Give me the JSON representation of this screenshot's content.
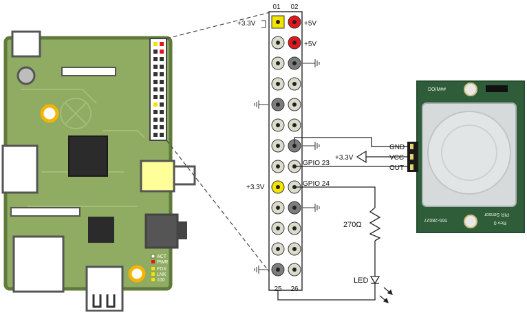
{
  "header": {
    "pin_left_number": "01",
    "pin_right_number": "02",
    "pin_bottom_left_number": "25",
    "pin_bottom_right_number": "26"
  },
  "pin_labels": {
    "v33_top": "+3.3V",
    "v5_a": "+5V",
    "v5_b": "+5V",
    "v33_mid": "+3.3V",
    "gpio23": "GPIO 23",
    "gpio24": "GPIO 24"
  },
  "circuit": {
    "vcc_supply": "+3.3V",
    "resistor": "270Ω",
    "led": "LED"
  },
  "sensor": {
    "pin_gnd": "GND",
    "pin_vcc": "VCC",
    "pin_out": "OUT",
    "board_text_top": "DO/M##",
    "board_text_rev": "Rev 0",
    "board_text_part": "555-28027",
    "board_text_name": "PIR Sensor"
  },
  "board": {
    "led_labels": [
      "ACT",
      "PWR",
      "FDX",
      "LNK",
      "100"
    ]
  },
  "colors": {
    "board_green": "#8fac62",
    "board_border": "#5f7a3b",
    "pcb_green": "#2f5d3a",
    "pin_red": "#e3161b",
    "pin_yellow": "#f5e400",
    "pin_gray": "#7d7d7d",
    "pin_light": "#dcdccc"
  }
}
